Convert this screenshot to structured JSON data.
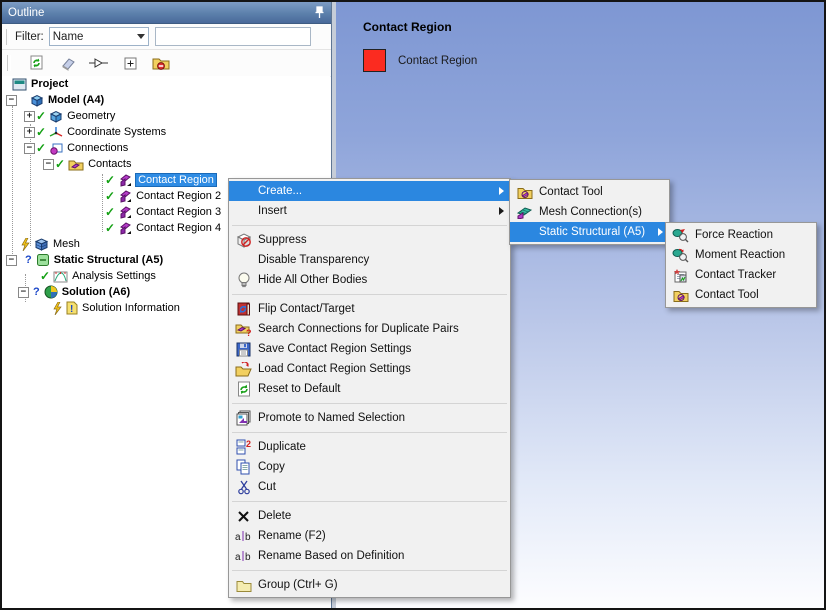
{
  "outline": {
    "title": "Outline",
    "filter_label": "Filter:",
    "filter_value": "Name",
    "filter_input_value": "",
    "toolbar_icons": [
      "refresh-icon",
      "eraser-icon",
      "probe-node-icon",
      "expand-all-icon",
      "collapse-folder-icon"
    ]
  },
  "tree": {
    "items": [
      {
        "label": "Project"
      },
      {
        "label": "Model (A4)"
      },
      {
        "label": "Geometry"
      },
      {
        "label": "Coordinate Systems"
      },
      {
        "label": "Connections"
      },
      {
        "label": "Contacts"
      },
      {
        "label": "Contact Region",
        "selected": true
      },
      {
        "label": "Contact Region 2"
      },
      {
        "label": "Contact Region 3"
      },
      {
        "label": "Contact Region 4"
      },
      {
        "label": "Mesh"
      },
      {
        "label": "Static Structural (A5)"
      },
      {
        "label": "Analysis Settings"
      },
      {
        "label": "Solution (A6)"
      },
      {
        "label": "Solution Information"
      }
    ]
  },
  "viewport": {
    "title": "Contact Region",
    "legend_label": "Contact Region",
    "legend_color": "#fb2b20"
  },
  "menu": {
    "items": [
      {
        "label": "Create...",
        "highlighted": true,
        "submenu": true
      },
      {
        "label": "Insert",
        "submenu": true
      },
      {
        "type": "separator"
      },
      {
        "label": "Suppress",
        "icon": "suppress-icon"
      },
      {
        "label": "Disable Transparency"
      },
      {
        "label": "Hide All Other Bodies",
        "icon": "bulb-icon"
      },
      {
        "type": "separator"
      },
      {
        "label": "Flip Contact/Target",
        "icon": "flip-icon"
      },
      {
        "label": "Search Connections for Duplicate Pairs",
        "icon": "search-duplicate-icon"
      },
      {
        "label": "Save Contact Region Settings",
        "icon": "save-icon"
      },
      {
        "label": "Load Contact Region Settings",
        "icon": "load-icon"
      },
      {
        "label": "Reset to Default",
        "icon": "reset-icon"
      },
      {
        "type": "separator"
      },
      {
        "label": "Promote to Named Selection",
        "icon": "promote-icon"
      },
      {
        "type": "separator"
      },
      {
        "label": "Duplicate",
        "icon": "duplicate-icon"
      },
      {
        "label": "Copy",
        "icon": "copy-icon"
      },
      {
        "label": "Cut",
        "icon": "cut-icon"
      },
      {
        "type": "separator"
      },
      {
        "label": "Delete",
        "icon": "delete-icon"
      },
      {
        "label": "Rename (F2)",
        "icon": "rename-icon"
      },
      {
        "label": "Rename Based on Definition",
        "icon": "rename-icon"
      },
      {
        "type": "separator"
      },
      {
        "label": "Group (Ctrl+ G)",
        "icon": "group-icon"
      }
    ]
  },
  "create_submenu": {
    "items": [
      {
        "label": "Contact Tool",
        "icon": "contact-tool-icon"
      },
      {
        "label": "Mesh Connection(s)",
        "icon": "mesh-connection-icon"
      },
      {
        "label": "Static Structural (A5)",
        "highlighted": true,
        "submenu": true
      }
    ]
  },
  "static_submenu": {
    "items": [
      {
        "label": "Force Reaction",
        "icon": "force-reaction-icon"
      },
      {
        "label": "Moment Reaction",
        "icon": "moment-reaction-icon"
      },
      {
        "label": "Contact Tracker",
        "icon": "contact-tracker-icon"
      },
      {
        "label": "Contact Tool",
        "icon": "contact-tool-icon"
      }
    ]
  },
  "colors": {
    "selection_blue": "#2f8ce4",
    "menu_highlight": "#2b87e0",
    "legend_red": "#fb2b20",
    "titlebar_blue": "#5c80ab"
  }
}
